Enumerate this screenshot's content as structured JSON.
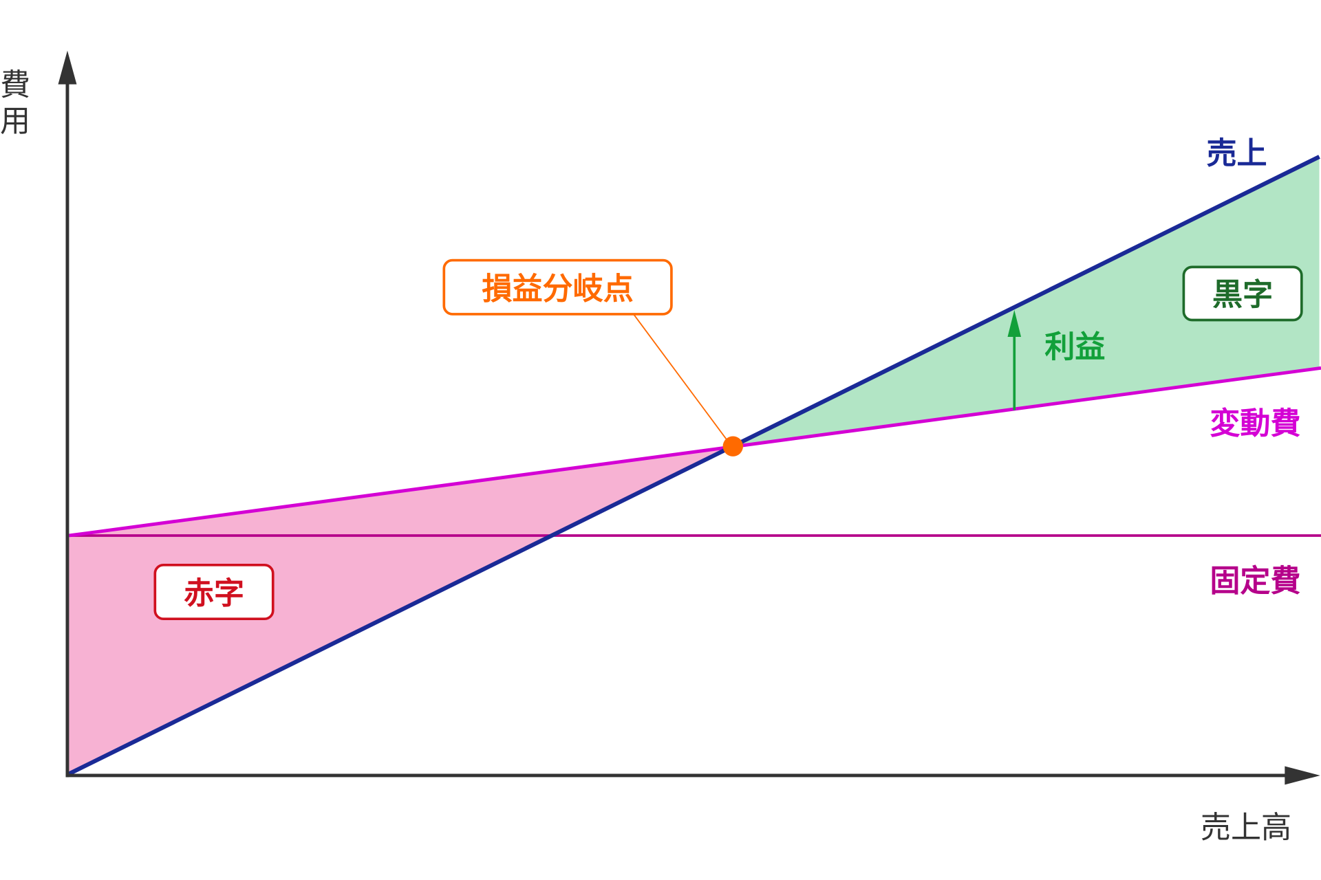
{
  "axes": {
    "y_label_line1": "費",
    "y_label_line2": "用",
    "x_label": "売上高"
  },
  "lines": {
    "sales": "売上",
    "variable_cost": "変動費",
    "fixed_cost": "固定費"
  },
  "annotations": {
    "break_even": "損益分岐点",
    "profit_zone": "黒字",
    "loss_zone": "赤字",
    "profit": "利益"
  },
  "colors": {
    "sales": "#1a2a96",
    "variable_cost": "#d400d4",
    "fixed_cost": "#b5008a",
    "break_even": "#ff6a00",
    "profit_fill": "#b2e5c5",
    "loss_fill": "#f7b2d3",
    "profit_box": "#1e6b2a",
    "loss_box": "#d0101f",
    "profit_arrow": "#12a03a"
  }
}
